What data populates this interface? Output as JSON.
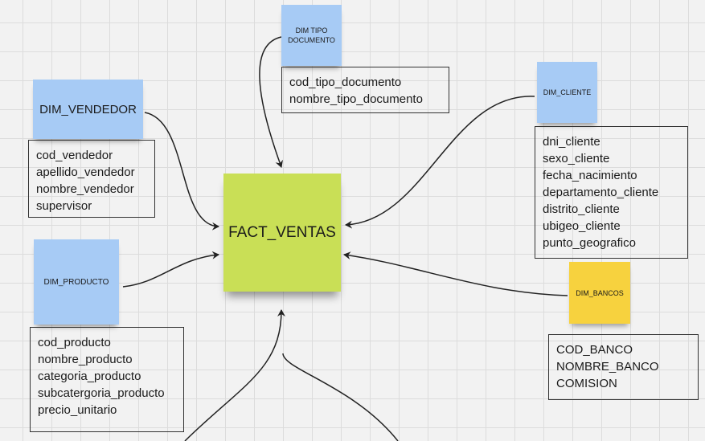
{
  "fact": {
    "label": "FACT_VENTAS",
    "color": "#c9df56"
  },
  "dim_tipo_documento": {
    "label": "DIM TIPO DOCUMENTO",
    "fields": [
      "cod_tipo_documento",
      "nombre_tipo_documento"
    ]
  },
  "dim_vendedor": {
    "label": "DIM_VENDEDOR",
    "fields": [
      "cod_vendedor",
      "apellido_vendedor",
      "nombre_vendedor",
      "supervisor"
    ]
  },
  "dim_producto": {
    "label": "DIM_PRODUCTO",
    "fields": [
      "cod_producto",
      "nombre_producto",
      "categoria_producto",
      "subcatergoria_producto",
      "precio_unitario"
    ]
  },
  "dim_cliente": {
    "label": "DIM_CLIENTE",
    "fields": [
      "dni_cliente",
      "sexo_cliente",
      "fecha_nacimiento",
      "departamento_cliente",
      "distrito_cliente",
      "ubigeo_cliente",
      "punto_geografico"
    ]
  },
  "dim_bancos": {
    "label": "DIM_BANCOS",
    "fields": [
      "COD_BANCO",
      "NOMBRE_BANCO",
      "COMISION"
    ]
  },
  "colors": {
    "dimension_note": "#a7cbf5",
    "bank_note": "#f7d23e",
    "connector": "#222222"
  }
}
